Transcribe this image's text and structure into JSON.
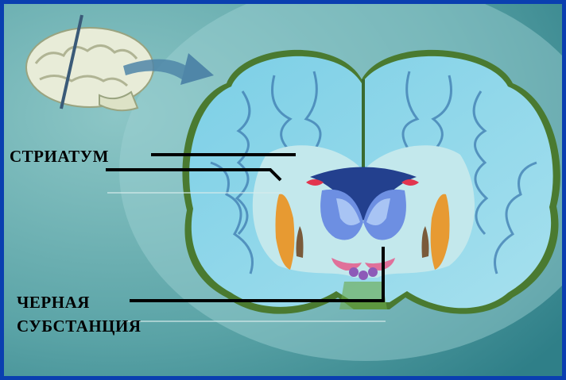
{
  "labels": {
    "striatum": "СТРИАТУМ",
    "substantia_line1": "ЧЕРНАЯ",
    "substantia_line2": "СУБСТАНЦИЯ"
  },
  "colors": {
    "border": "#0a3fb0",
    "background": "#4f9a9c",
    "cortex": "#8fd8e8",
    "white_matter": "#bfe6ea",
    "edge": "#3f6e2a",
    "putamen": "#e8a13a",
    "caudate": "#6f8fe0",
    "ventricle": "#1e3c8c",
    "substantia_nigra": "#e0709a",
    "leader_line": "#000000"
  },
  "icons": [
    "whole-brain-icon",
    "arrow-icon",
    "coronal-section-icon"
  ]
}
